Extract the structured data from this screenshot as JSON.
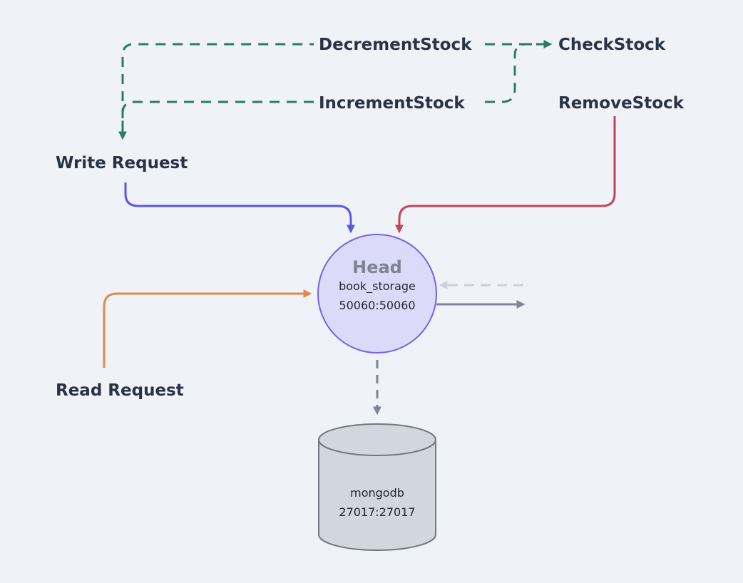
{
  "colors": {
    "background": "#eff3f7",
    "green_dashed": "#2f7a62",
    "purple": "#5a57e0",
    "red": "#c34656",
    "orange": "#df8a4c",
    "slate": "#7d8595",
    "light_dashed": "#c9d0da",
    "head_fill": "#dcdaf9",
    "head_stroke": "#7a61e6",
    "db_fill": "#d2d6de",
    "db_stroke": "#6f7787",
    "text": "#2a3346"
  },
  "labels": {
    "decrement_stock": "DecrementStock",
    "increment_stock": "IncrementStock",
    "check_stock": "CheckStock",
    "remove_stock": "RemoveStock",
    "write_request": "Write Request",
    "read_request": "Read Request"
  },
  "head": {
    "title": "Head",
    "name": "book_storage",
    "port": "50060:50060"
  },
  "database": {
    "name": "mongodb",
    "port": "27017:27017"
  }
}
